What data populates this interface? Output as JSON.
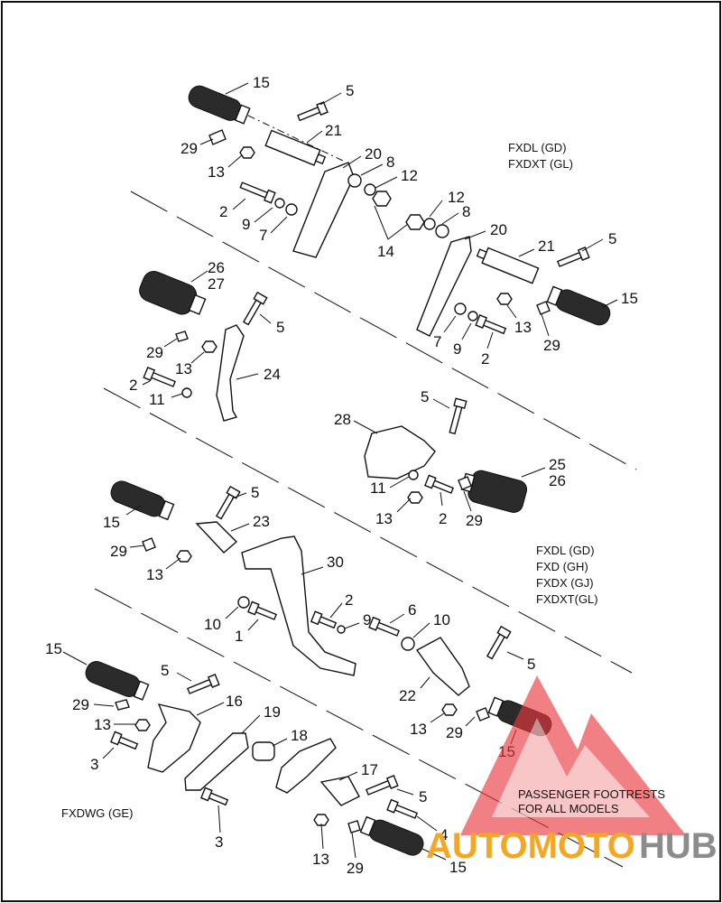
{
  "diagram": {
    "labels": {
      "g1_15": "15",
      "g1_5": "5",
      "g1_21": "21",
      "g1_29": "29",
      "g1_13": "13",
      "g1_20": "20",
      "g1_8": "8",
      "g1_12": "12",
      "g1_2": "2",
      "g1_9": "9",
      "g1_7": "7",
      "g1_14": "14",
      "g2_12": "12",
      "g2_8": "8",
      "g2_20": "20",
      "g2_5": "5",
      "g2_21": "21",
      "g2_15": "15",
      "g2_13": "13",
      "g2_29": "29",
      "g2_7": "7",
      "g2_9": "9",
      "g2_2": "2",
      "g3_26": "26",
      "g3_27": "27",
      "g3_5": "5",
      "g3_29": "29",
      "g3_13": "13",
      "g3_24": "24",
      "g3_2": "2",
      "g3_11": "11",
      "g4_5": "5",
      "g4_28": "28",
      "g4_25": "25",
      "g4_26": "26",
      "g4_11": "11",
      "g4_13": "13",
      "g4_2": "2",
      "g4_29": "29",
      "g5_5": "5",
      "g5_15": "15",
      "g5_23": "23",
      "g5_29": "29",
      "g5_13": "13",
      "g5_30": "30",
      "g5_2": "2",
      "g5_9": "9",
      "g5_10a": "10",
      "g5_1": "1",
      "g5_6": "6",
      "g5_10b": "10",
      "g5_5b": "5",
      "g5_22": "22",
      "g5_13b": "13",
      "g5_29b": "29",
      "g5_15b": "15",
      "g6_15": "15",
      "g6_5": "5",
      "g6_16": "16",
      "g6_29": "29",
      "g6_13": "13",
      "g6_19": "19",
      "g6_3a": "3",
      "g6_18": "18",
      "g6_17": "17",
      "g6_5b": "5",
      "g6_3b": "3",
      "g6_4": "4",
      "g6_13b": "13",
      "g6_29b": "29",
      "g6_15b": "15"
    },
    "captions": {
      "models_top": [
        "FXDL (GD)",
        "FXDXT (GL)"
      ],
      "models_mid": [
        "FXDL (GD)",
        "FXD (GH)",
        "FXDX (GJ)",
        "FXDXT(GL)"
      ],
      "model_bottom": "FXDWG (GE)",
      "note": [
        "PASSENGER FOOTRESTS",
        "FOR ALL MODELS"
      ]
    },
    "watermark": {
      "text_a": "AUTOMOTO",
      "text_b": "HUB",
      "color_a": "#f5a623",
      "color_b": "#8c8c8c",
      "logo_color": "#e8383d"
    }
  }
}
